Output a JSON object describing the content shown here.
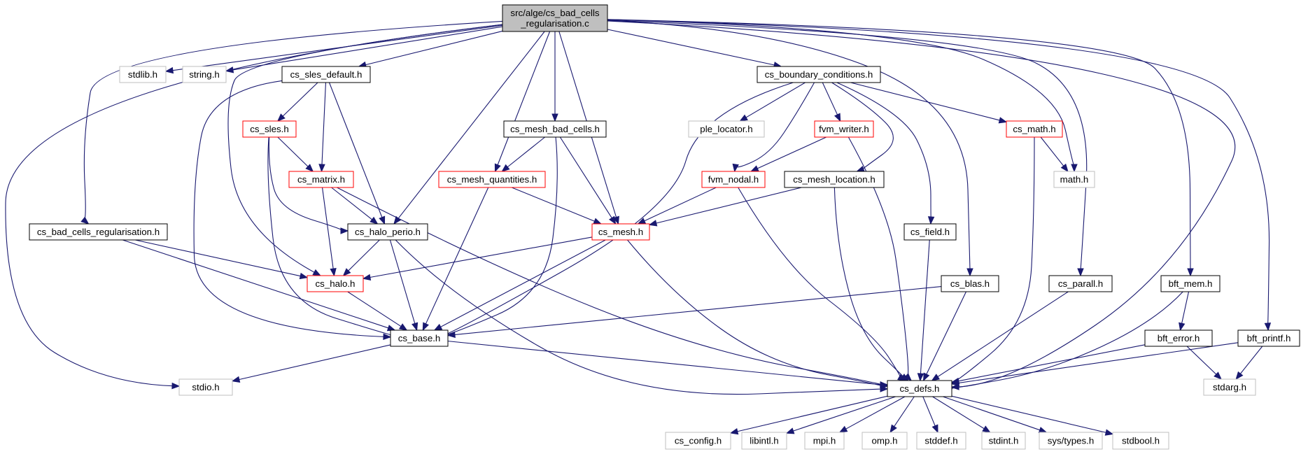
{
  "diagram": {
    "title": "",
    "nodes": [
      {
        "id": "root",
        "lines": [
          "src/alge/cs_bad_cells",
          "_regularisation.c"
        ],
        "style": "root"
      },
      {
        "id": "stdlib",
        "lines": [
          "stdlib.h"
        ],
        "style": "gray"
      },
      {
        "id": "string",
        "lines": [
          "string.h"
        ],
        "style": "gray"
      },
      {
        "id": "sles_default",
        "lines": [
          "cs_sles_default.h"
        ],
        "style": "black"
      },
      {
        "id": "boundary_conditions",
        "lines": [
          "cs_boundary_conditions.h"
        ],
        "style": "black"
      },
      {
        "id": "sles",
        "lines": [
          "cs_sles.h"
        ],
        "style": "red"
      },
      {
        "id": "mesh_bad_cells",
        "lines": [
          "cs_mesh_bad_cells.h"
        ],
        "style": "black"
      },
      {
        "id": "ple_locator",
        "lines": [
          "ple_locator.h"
        ],
        "style": "gray"
      },
      {
        "id": "fvm_writer",
        "lines": [
          "fvm_writer.h"
        ],
        "style": "red"
      },
      {
        "id": "cs_math",
        "lines": [
          "cs_math.h"
        ],
        "style": "red"
      },
      {
        "id": "matrix",
        "lines": [
          "cs_matrix.h"
        ],
        "style": "red"
      },
      {
        "id": "mesh_quantities",
        "lines": [
          "cs_mesh_quantities.h"
        ],
        "style": "red"
      },
      {
        "id": "fvm_nodal",
        "lines": [
          "fvm_nodal.h"
        ],
        "style": "red"
      },
      {
        "id": "mesh_location",
        "lines": [
          "cs_mesh_location.h"
        ],
        "style": "black"
      },
      {
        "id": "math",
        "lines": [
          "math.h"
        ],
        "style": "gray"
      },
      {
        "id": "bad_cells_reg_h",
        "lines": [
          "cs_bad_cells_regularisation.h"
        ],
        "style": "black"
      },
      {
        "id": "halo_perio",
        "lines": [
          "cs_halo_perio.h"
        ],
        "style": "black"
      },
      {
        "id": "mesh",
        "lines": [
          "cs_mesh.h"
        ],
        "style": "red"
      },
      {
        "id": "field",
        "lines": [
          "cs_field.h"
        ],
        "style": "black"
      },
      {
        "id": "halo",
        "lines": [
          "cs_halo.h"
        ],
        "style": "red"
      },
      {
        "id": "blas",
        "lines": [
          "cs_blas.h"
        ],
        "style": "black"
      },
      {
        "id": "parall",
        "lines": [
          "cs_parall.h"
        ],
        "style": "black"
      },
      {
        "id": "bft_mem",
        "lines": [
          "bft_mem.h"
        ],
        "style": "black"
      },
      {
        "id": "base",
        "lines": [
          "cs_base.h"
        ],
        "style": "black"
      },
      {
        "id": "bft_error",
        "lines": [
          "bft_error.h"
        ],
        "style": "black"
      },
      {
        "id": "bft_printf",
        "lines": [
          "bft_printf.h"
        ],
        "style": "black"
      },
      {
        "id": "stdio",
        "lines": [
          "stdio.h"
        ],
        "style": "gray"
      },
      {
        "id": "defs",
        "lines": [
          "cs_defs.h"
        ],
        "style": "black"
      },
      {
        "id": "stdarg",
        "lines": [
          "stdarg.h"
        ],
        "style": "gray"
      },
      {
        "id": "config",
        "lines": [
          "cs_config.h"
        ],
        "style": "gray"
      },
      {
        "id": "libintl",
        "lines": [
          "libintl.h"
        ],
        "style": "gray"
      },
      {
        "id": "mpi",
        "lines": [
          "mpi.h"
        ],
        "style": "gray"
      },
      {
        "id": "omp",
        "lines": [
          "omp.h"
        ],
        "style": "gray"
      },
      {
        "id": "stddef",
        "lines": [
          "stddef.h"
        ],
        "style": "gray"
      },
      {
        "id": "stdint",
        "lines": [
          "stdint.h"
        ],
        "style": "gray"
      },
      {
        "id": "systypes",
        "lines": [
          "sys/types.h"
        ],
        "style": "gray"
      },
      {
        "id": "stdbool",
        "lines": [
          "stdbool.h"
        ],
        "style": "gray"
      }
    ],
    "edges": [
      [
        "root",
        "stdlib"
      ],
      [
        "root",
        "string"
      ],
      [
        "root",
        "sles_default"
      ],
      [
        "root",
        "boundary_conditions"
      ],
      [
        "root",
        "bad_cells_reg_h"
      ],
      [
        "root",
        "stdio"
      ],
      [
        "root",
        "halo_perio"
      ],
      [
        "root",
        "halo"
      ],
      [
        "root",
        "mesh_quantities"
      ],
      [
        "root",
        "mesh_bad_cells"
      ],
      [
        "root",
        "mesh"
      ],
      [
        "root",
        "blas"
      ],
      [
        "root",
        "math"
      ],
      [
        "root",
        "parall"
      ],
      [
        "root",
        "defs"
      ],
      [
        "root",
        "bft_mem"
      ],
      [
        "root",
        "bft_printf"
      ],
      [
        "sles_default",
        "sles"
      ],
      [
        "sles_default",
        "matrix"
      ],
      [
        "sles_default",
        "halo_perio"
      ],
      [
        "sles_default",
        "base"
      ],
      [
        "sles",
        "matrix"
      ],
      [
        "sles",
        "halo_perio"
      ],
      [
        "sles",
        "base"
      ],
      [
        "matrix",
        "halo_perio"
      ],
      [
        "matrix",
        "halo"
      ],
      [
        "matrix",
        "defs"
      ],
      [
        "mesh_bad_cells",
        "mesh_quantities"
      ],
      [
        "mesh_bad_cells",
        "mesh"
      ],
      [
        "mesh_bad_cells",
        "base"
      ],
      [
        "mesh_quantities",
        "mesh"
      ],
      [
        "mesh_quantities",
        "base"
      ],
      [
        "boundary_conditions",
        "ple_locator"
      ],
      [
        "boundary_conditions",
        "fvm_writer"
      ],
      [
        "boundary_conditions",
        "fvm_nodal"
      ],
      [
        "boundary_conditions",
        "mesh_location"
      ],
      [
        "boundary_conditions",
        "field"
      ],
      [
        "boundary_conditions",
        "cs_math"
      ],
      [
        "boundary_conditions",
        "base"
      ],
      [
        "fvm_writer",
        "fvm_nodal"
      ],
      [
        "fvm_writer",
        "defs"
      ],
      [
        "fvm_nodal",
        "mesh"
      ],
      [
        "fvm_nodal",
        "defs"
      ],
      [
        "mesh_location",
        "mesh"
      ],
      [
        "mesh_location",
        "defs"
      ],
      [
        "cs_math",
        "math"
      ],
      [
        "cs_math",
        "defs"
      ],
      [
        "bad_cells_reg_h",
        "halo"
      ],
      [
        "bad_cells_reg_h",
        "base"
      ],
      [
        "halo_perio",
        "halo"
      ],
      [
        "halo_perio",
        "base"
      ],
      [
        "halo_perio",
        "defs"
      ],
      [
        "mesh",
        "halo"
      ],
      [
        "mesh",
        "base"
      ],
      [
        "mesh",
        "defs"
      ],
      [
        "halo",
        "base"
      ],
      [
        "field",
        "defs"
      ],
      [
        "blas",
        "base"
      ],
      [
        "blas",
        "defs"
      ],
      [
        "parall",
        "defs"
      ],
      [
        "bft_mem",
        "bft_error"
      ],
      [
        "bft_mem",
        "defs"
      ],
      [
        "bft_error",
        "defs"
      ],
      [
        "bft_error",
        "stdarg"
      ],
      [
        "bft_printf",
        "defs"
      ],
      [
        "bft_printf",
        "stdarg"
      ],
      [
        "base",
        "stdio"
      ],
      [
        "base",
        "defs"
      ],
      [
        "defs",
        "config"
      ],
      [
        "defs",
        "libintl"
      ],
      [
        "defs",
        "mpi"
      ],
      [
        "defs",
        "omp"
      ],
      [
        "defs",
        "stddef"
      ],
      [
        "defs",
        "stdint"
      ],
      [
        "defs",
        "systypes"
      ],
      [
        "defs",
        "stdbool"
      ]
    ]
  }
}
